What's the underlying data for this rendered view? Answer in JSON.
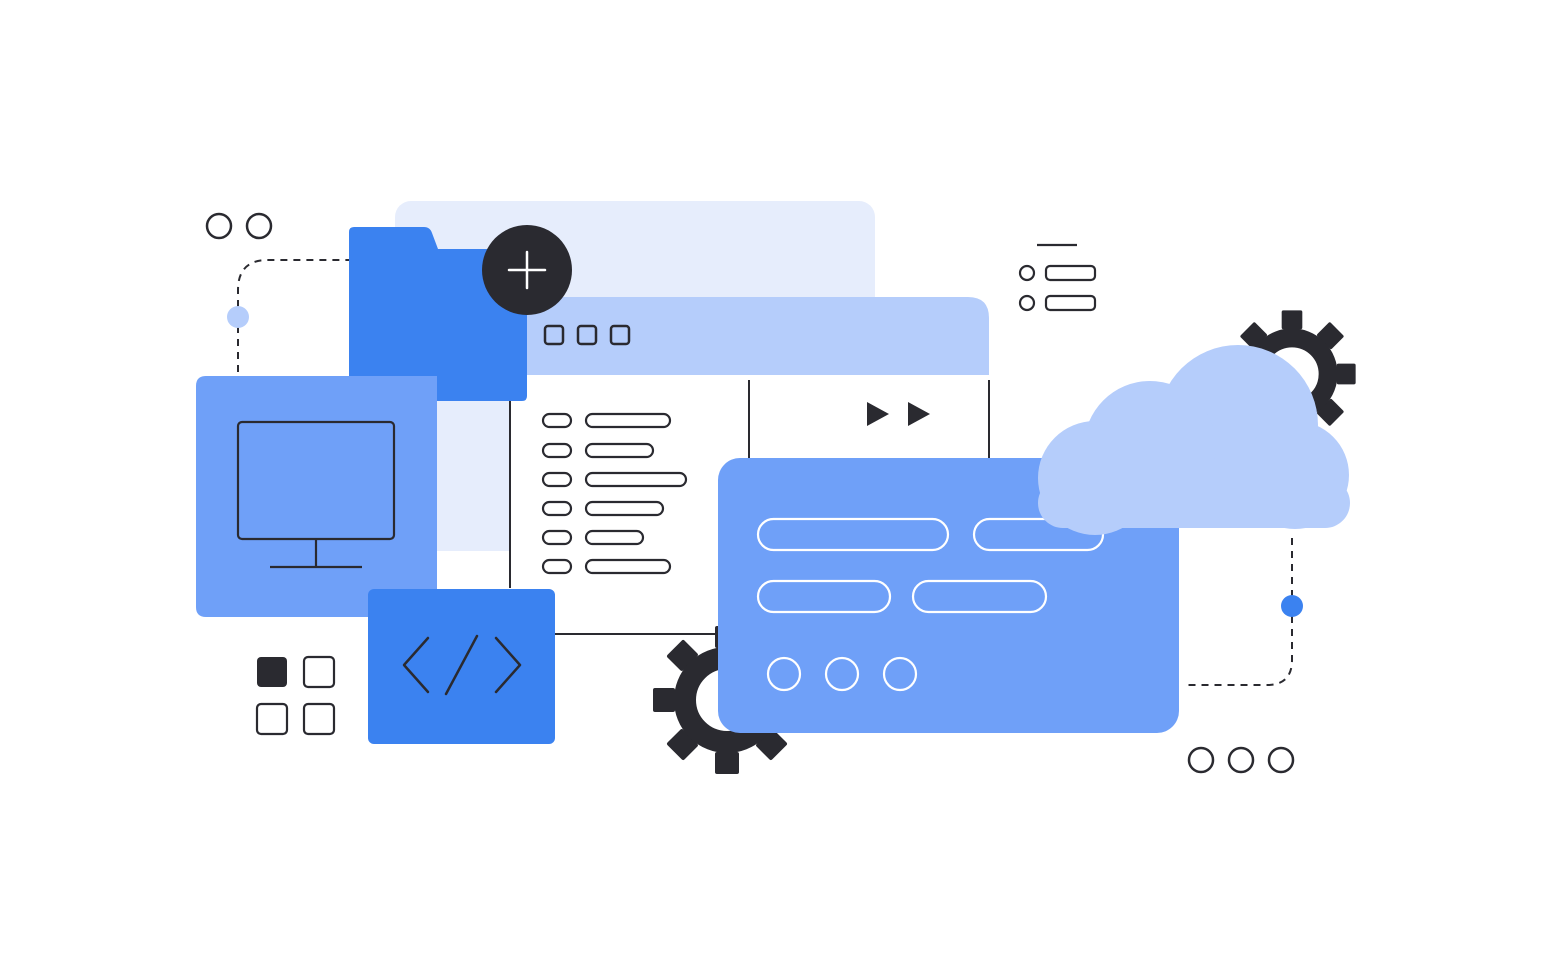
{
  "colors": {
    "background": "#ffffff",
    "pale_blue": "#e6edfc",
    "light_blue": "#b5cdfb",
    "mid_blue": "#6fa0f8",
    "brand_blue": "#3b82f0",
    "dark": "#2a2a30",
    "white": "#ffffff"
  },
  "icons": [
    "monitor-icon",
    "folder-icon",
    "plus-icon",
    "code-icon",
    "fast-forward-icon",
    "cloud-icon",
    "gear-icon",
    "settings-list-icon",
    "grid-icon",
    "dots-icon"
  ],
  "state": {
    "grid_tiles_filled": [
      true,
      false,
      false,
      false
    ],
    "code_list_rows": 6,
    "form_fields": 4,
    "form_dots": 3
  }
}
